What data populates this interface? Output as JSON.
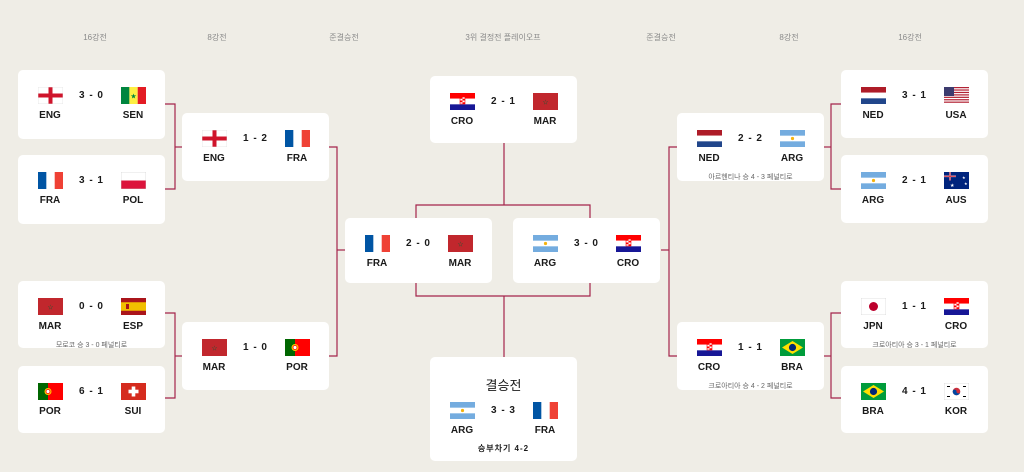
{
  "headers": {
    "r16_left": "16강전",
    "qf_left": "8강전",
    "sf_left": "준결승전",
    "third": "3위 결정전 플레이오프",
    "sf_right": "준결승전",
    "qf_right": "8강전",
    "r16_right": "16강전"
  },
  "matches": {
    "r16_1": {
      "home": "ENG",
      "away": "SEN",
      "score": "3 - 0",
      "note": "",
      "home_flag": "england",
      "away_flag": "senegal"
    },
    "r16_2": {
      "home": "FRA",
      "away": "POL",
      "score": "3 - 1",
      "note": "",
      "home_flag": "france",
      "away_flag": "poland"
    },
    "r16_3": {
      "home": "MAR",
      "away": "ESP",
      "score": "0 - 0",
      "note": "모로코 승 3 - 0 페널티로",
      "home_flag": "morocco",
      "away_flag": "spain"
    },
    "r16_4": {
      "home": "POR",
      "away": "SUI",
      "score": "6 - 1",
      "note": "",
      "home_flag": "portugal",
      "away_flag": "switzerland"
    },
    "qf_1": {
      "home": "ENG",
      "away": "FRA",
      "score": "1 - 2",
      "note": "",
      "home_flag": "england",
      "away_flag": "france"
    },
    "qf_2": {
      "home": "MAR",
      "away": "POR",
      "score": "1 - 0",
      "note": "",
      "home_flag": "morocco",
      "away_flag": "portugal"
    },
    "sf_1": {
      "home": "FRA",
      "away": "MAR",
      "score": "2 - 0",
      "note": "",
      "home_flag": "france",
      "away_flag": "morocco"
    },
    "third": {
      "home": "CRO",
      "away": "MAR",
      "score": "2 - 1",
      "note": "",
      "home_flag": "croatia",
      "away_flag": "morocco"
    },
    "final": {
      "title": "결승전",
      "home": "ARG",
      "away": "FRA",
      "score": "3 - 3",
      "note": "승부차기 4-2",
      "home_flag": "argentina",
      "away_flag": "france"
    },
    "sf_2": {
      "home": "ARG",
      "away": "CRO",
      "score": "3 - 0",
      "note": "",
      "home_flag": "argentina",
      "away_flag": "croatia"
    },
    "qf_3": {
      "home": "NED",
      "away": "ARG",
      "score": "2 - 2",
      "note": "아르헨티나 승 4 - 3 페널티로",
      "home_flag": "netherlands",
      "away_flag": "argentina"
    },
    "qf_4": {
      "home": "CRO",
      "away": "BRA",
      "score": "1 - 1",
      "note": "크로아티아 승 4 - 2 페널티로",
      "home_flag": "croatia",
      "away_flag": "brazil"
    },
    "r16_5": {
      "home": "NED",
      "away": "USA",
      "score": "3 - 1",
      "note": "",
      "home_flag": "netherlands",
      "away_flag": "usa"
    },
    "r16_6": {
      "home": "ARG",
      "away": "AUS",
      "score": "2 - 1",
      "note": "",
      "home_flag": "argentina",
      "away_flag": "australia"
    },
    "r16_7": {
      "home": "JPN",
      "away": "CRO",
      "score": "1 - 1",
      "note": "크로아티아 승 3 - 1 페널티로",
      "home_flag": "japan",
      "away_flag": "croatia"
    },
    "r16_8": {
      "home": "BRA",
      "away": "KOR",
      "score": "4 - 1",
      "note": "",
      "home_flag": "brazil",
      "away_flag": "south-korea"
    }
  },
  "colors": {
    "background": "#efede6",
    "connector": "#a4244b",
    "card": "#ffffff"
  }
}
